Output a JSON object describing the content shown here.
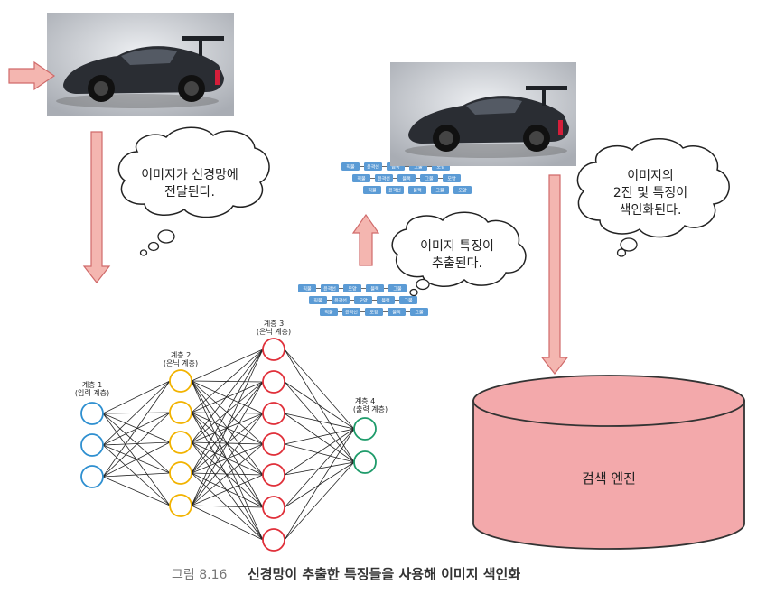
{
  "bubbles": {
    "deliver": [
      "이미지가 신경망에",
      "전달된다."
    ],
    "extract": [
      "이미지 특징이",
      "추출된다."
    ],
    "index": [
      "이미지의",
      "2진 및 특징이",
      "색인화된다."
    ]
  },
  "network": {
    "layer1": [
      "계층 1",
      "(입력 계층)"
    ],
    "layer2": [
      "계층 2",
      "(은닉 계층)"
    ],
    "layer3": [
      "계층 3",
      "(은닉 계층)"
    ],
    "layer4": [
      "계층 4",
      "(출력 계층)"
    ]
  },
  "database": {
    "label": "검색 엔진"
  },
  "feature_chips": {
    "upper": [
      [
        "직물",
        "윤곽선",
        "금속",
        "그물",
        "모양"
      ],
      [
        "직물",
        "윤곽선",
        "블랙",
        "그물",
        "모양"
      ],
      [
        "직물",
        "윤곽선",
        "블랙",
        "그물",
        "모양"
      ]
    ],
    "lower": [
      [
        "직물",
        "윤곽선",
        "모양",
        "블랙",
        "그물"
      ],
      [
        "직물",
        "윤곽선",
        "모양",
        "블랙",
        "그물"
      ],
      [
        "직물",
        "윤곽선",
        "모양",
        "블랙",
        "그물"
      ]
    ]
  },
  "caption": {
    "label": "그림 8.16",
    "text": "신경망이 추출한 특징들을 사용해 이미지 색인화"
  },
  "colors": {
    "arrow_fill": "#f4b6b0",
    "arrow_stroke": "#d06a6a",
    "cylinder_fill": "#f3a9ab",
    "cylinder_stroke": "#333333",
    "input_node": "#2e8fd0",
    "hidden1_node": "#f2b300",
    "hidden2_node": "#e0303a",
    "output_node": "#1e9b6a",
    "chip": "#5b9bd5"
  }
}
